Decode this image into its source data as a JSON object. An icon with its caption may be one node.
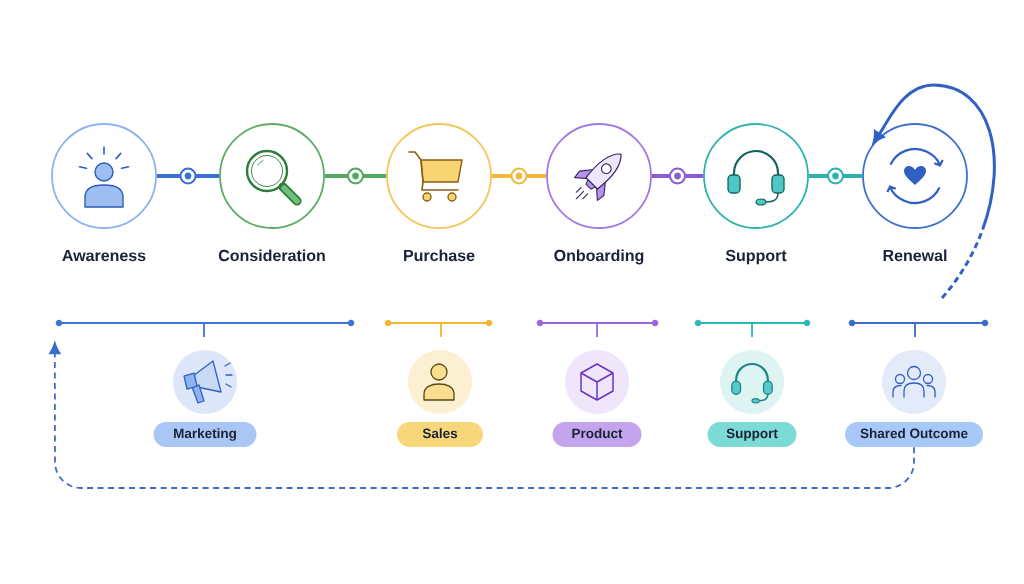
{
  "diagram": {
    "nodes": [
      {
        "text": [
          "Awareness"
        ]
      },
      {
        "text": [
          "Consideration"
        ]
      },
      {
        "text": [
          "Purchase"
        ]
      },
      {
        "text": [
          "Onboarding"
        ]
      },
      {
        "text": [
          "Support"
        ]
      },
      {
        "text": [
          "Renewal"
        ]
      },
      {
        "text": [],
        "shape": "bracket"
      },
      {
        "text": [
          "Marketing"
        ]
      },
      {
        "text": [
          "Sales"
        ]
      },
      {
        "text": [
          "Product"
        ]
      },
      {
        "text": [
          "Support"
        ]
      },
      {
        "text": [
          "Shared Outcome"
        ]
      }
    ],
    "edges": [
      {
        "from": 0,
        "to": 1,
        "arrow": "none",
        "color": "#3b6fd1"
      },
      {
        "from": 1,
        "to": 2,
        "arrow": "none",
        "color": "#53a85d"
      },
      {
        "from": 2,
        "to": 3,
        "arrow": "none",
        "color": "#f3b83a"
      },
      {
        "from": 3,
        "to": 4,
        "arrow": "none",
        "color": "#8b5bd6"
      },
      {
        "from": 4,
        "to": 5,
        "arrow": "none",
        "color": "#2cb0b0"
      },
      {
        "from": null,
        "to": 5,
        "arrow": "to",
        "style": "dashed",
        "color": "#2f62c3"
      },
      {
        "from": 11,
        "to": 6,
        "arrow": "to",
        "style": "dashed",
        "color": "#3a6cc9"
      }
    ]
  }
}
